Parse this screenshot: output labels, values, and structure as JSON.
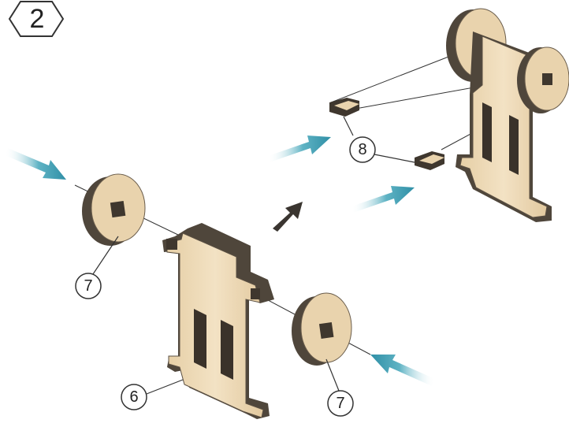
{
  "step": {
    "number": "2"
  },
  "callouts": [
    {
      "id": "part-6",
      "label": "6"
    },
    {
      "id": "part-7-left",
      "label": "7"
    },
    {
      "id": "part-7-right",
      "label": "7"
    },
    {
      "id": "part-8",
      "label": "8"
    }
  ],
  "colors": {
    "wood_face": "#e9d3ad",
    "wood_light": "#f1dfbf",
    "wood_edge": "#5b5043",
    "wood_edge_dark": "#3f372e",
    "arrow_teal": "#3e9bb0",
    "arrow_dark": "#3a3530",
    "ink": "#222222"
  },
  "icons": [
    "step-hexagon-icon",
    "insert-arrow-icon",
    "transition-arrow-icon"
  ]
}
